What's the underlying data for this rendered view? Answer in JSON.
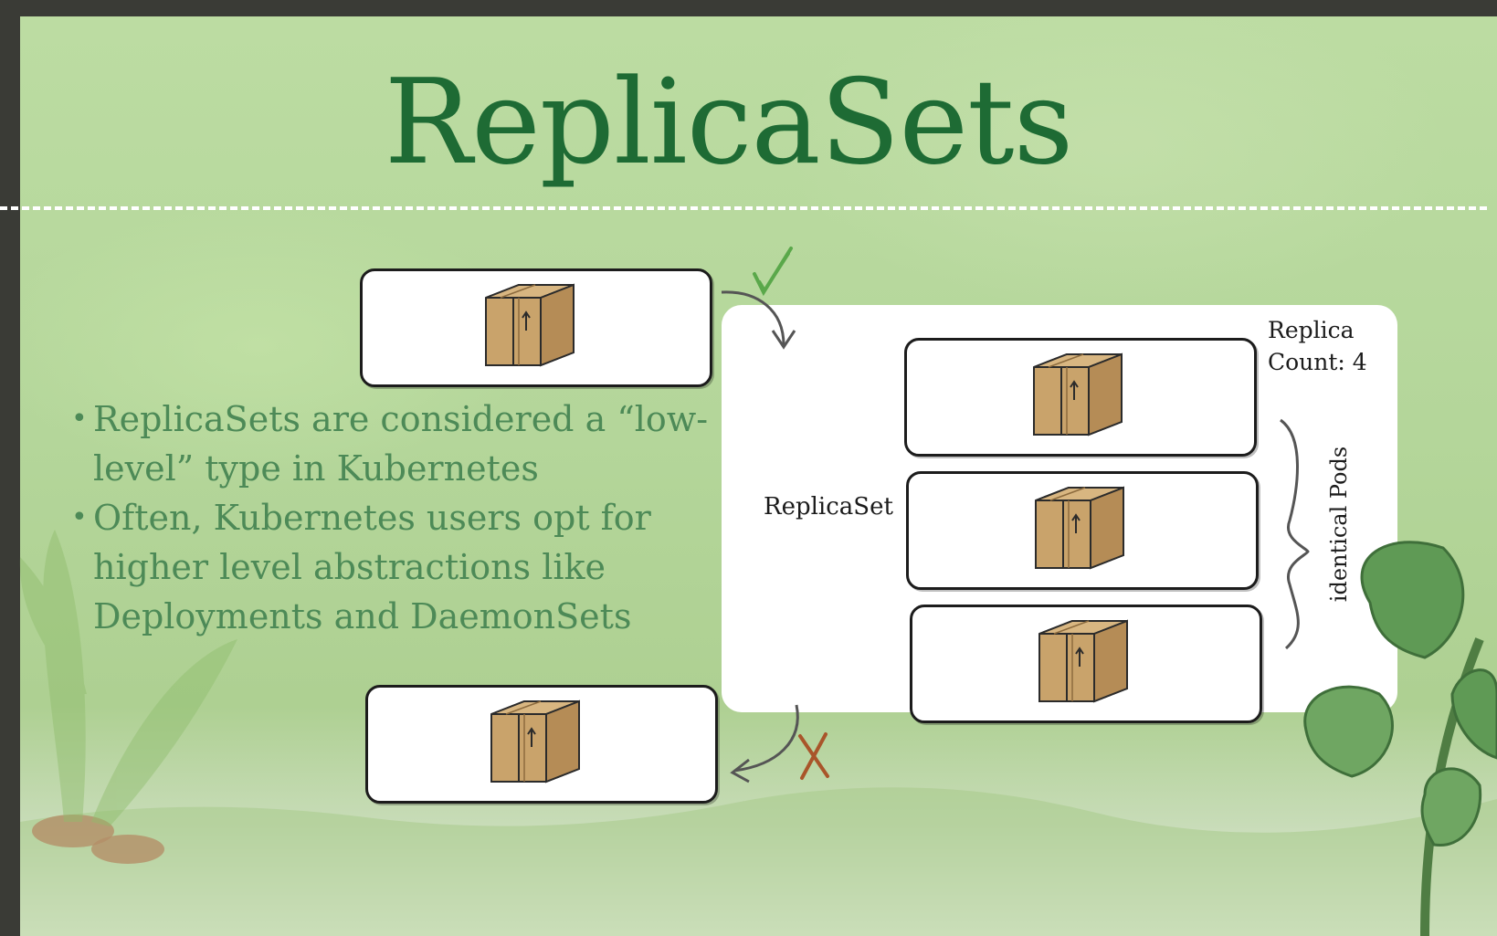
{
  "title": "ReplicaSets",
  "bullets": [
    "ReplicaSets are considered a “low-level” type in Kubernetes",
    "Often, Kubernetes users opt for higher level abstractions like Deployments and DaemonSets"
  ],
  "diagram": {
    "replicaset_label": "ReplicaSet",
    "replica_count_label": "Replica Count: 4",
    "identical_pods_label": "identical Pods",
    "colors": {
      "title": "#1e6b34",
      "bullet_text": "#4d8a57",
      "box_fill": "#c9a36b",
      "check": "#5aa84a",
      "cross": "#a9552a"
    }
  }
}
